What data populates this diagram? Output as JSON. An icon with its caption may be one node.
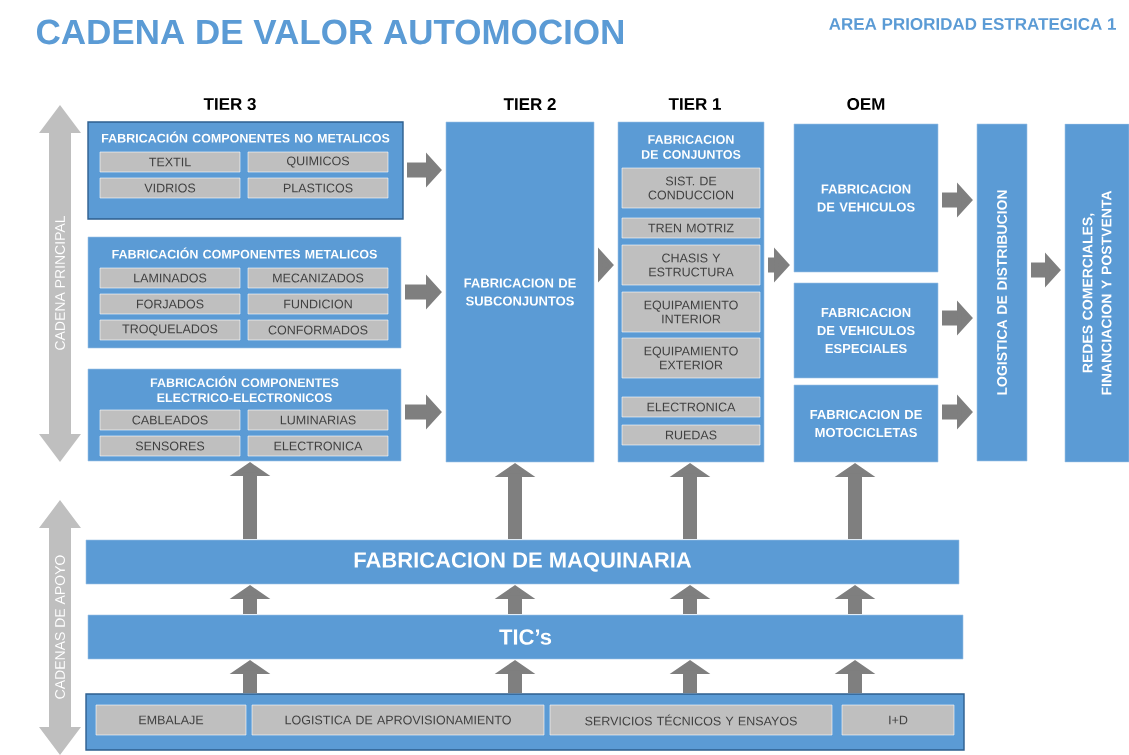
{
  "diagram": {
    "title": "CADENA DE VALOR AUTOMOCION",
    "nodes": [
      {
        "text": [
          "FABRICACIÓN COMPONENTES NO METALICOS"
        ]
      },
      {
        "text": [
          "TEXTIL"
        ],
        "in": 0
      },
      {
        "text": [
          "QUIMICOS"
        ],
        "in": 0
      },
      {
        "text": [
          "VIDRIOS"
        ],
        "in": 0
      },
      {
        "text": [
          "PLASTICOS"
        ],
        "in": 0
      },
      {
        "text": [
          "FABRICACIÓN COMPONENTES METALICOS"
        ]
      },
      {
        "text": [
          "LAMINADOS"
        ],
        "in": 5
      },
      {
        "text": [
          "MECANIZADOS"
        ],
        "in": 5
      },
      {
        "text": [
          "FORJADOS"
        ],
        "in": 5
      },
      {
        "text": [
          "FUNDICION"
        ],
        "in": 5
      },
      {
        "text": [
          "TROQUELADOS"
        ],
        "in": 5
      },
      {
        "text": [
          "CONFORMADOS"
        ],
        "in": 5
      },
      {
        "text": [
          "FABRICACIÓN COMPONENTES ELECTRICO-ELECTRONICOS"
        ]
      },
      {
        "text": [
          "CABLEADOS"
        ],
        "in": 12
      },
      {
        "text": [
          "LUMINARIAS"
        ],
        "in": 12
      },
      {
        "text": [
          "SENSORES"
        ],
        "in": 12
      },
      {
        "text": [
          "ELECTRONICA"
        ],
        "in": 12
      },
      {
        "text": [
          "FABRICACION DE SUBCONJUNTOS"
        ]
      },
      {
        "text": [
          "FABRICACION DE CONJUNTOS"
        ]
      },
      {
        "text": [
          "SIST. DE CONDUCCION"
        ],
        "in": 18
      },
      {
        "text": [
          "TREN MOTRIZ"
        ],
        "in": 18
      },
      {
        "text": [
          "CHASIS Y ESTRUCTURA"
        ],
        "in": 18
      },
      {
        "text": [
          "EQUIPAMIENTO INTERIOR"
        ],
        "in": 18
      },
      {
        "text": [
          "EQUIPAMIENTO EXTERIOR"
        ],
        "in": 18
      },
      {
        "text": [
          "ELECTRONICA"
        ],
        "in": 18
      },
      {
        "text": [
          "RUEDAS"
        ],
        "in": 18
      },
      {
        "text": [
          "FABRICACION DE VEHICULOS"
        ]
      },
      {
        "text": [
          "FABRICACION DE VEHICULOS ESPECIALES"
        ]
      },
      {
        "text": [
          "FABRICACION DE MOTOCICLETAS"
        ]
      },
      {
        "text": [
          "LOGISTICA DE DISTRIBUCION"
        ]
      },
      {
        "text": [
          "REDES COMERCIALES, FINANCIACION Y POSTVENTA"
        ]
      },
      {
        "text": [
          "FABRICACION DE MAQUINARIA"
        ]
      },
      {
        "text": [
          "TIC’s"
        ]
      },
      {
        "text": [],
        "shape": "box"
      },
      {
        "text": [
          "EMBALAJE"
        ],
        "in": 33
      },
      {
        "text": [
          "LOGISTICA DE APROVISIONAMIENTO"
        ],
        "in": 33
      },
      {
        "text": [
          "SERVICIOS TÉCNICOS Y ENSAYOS"
        ],
        "in": 33
      },
      {
        "text": [
          "I+D"
        ],
        "in": 33
      }
    ],
    "edges": [
      {
        "from": 0,
        "to": 17,
        "arrow": "to"
      },
      {
        "from": 5,
        "to": 17,
        "arrow": "to"
      },
      {
        "from": 12,
        "to": 17,
        "arrow": "to"
      },
      {
        "from": 17,
        "to": 18,
        "arrow": "to"
      },
      {
        "from": 18,
        "to": 26,
        "arrow": "to"
      },
      {
        "from": 26,
        "to": 29,
        "arrow": "to"
      },
      {
        "from": 27,
        "to": 29,
        "arrow": "to"
      },
      {
        "from": 28,
        "to": 29,
        "arrow": "to"
      },
      {
        "from": 29,
        "to": 30,
        "arrow": "to"
      },
      {
        "from": 31,
        "to": 12,
        "arrow": "to"
      },
      {
        "from": 31,
        "to": 17,
        "arrow": "to"
      },
      {
        "from": 31,
        "to": 18,
        "arrow": "to"
      },
      {
        "from": 31,
        "to": 28,
        "arrow": "to"
      },
      {
        "from": 32,
        "to": 31,
        "arrow": "to"
      },
      {
        "from": 32,
        "to": 31,
        "arrow": "to"
      },
      {
        "from": 32,
        "to": 31,
        "arrow": "to"
      },
      {
        "from": 32,
        "to": 31,
        "arrow": "to"
      },
      {
        "from": 33,
        "to": 32,
        "arrow": "to"
      },
      {
        "from": 33,
        "to": 32,
        "arrow": "to"
      },
      {
        "from": 33,
        "to": 32,
        "arrow": "to"
      },
      {
        "from": 33,
        "to": 32,
        "arrow": "to"
      }
    ],
    "labels": [
      "AREA PRIORIDAD ESTRATEGICA 1",
      "TIER 3",
      "TIER 2",
      "TIER 1",
      "OEM",
      "CADENA PRINCIPAL",
      "CADENAS DE APOYO"
    ]
  }
}
